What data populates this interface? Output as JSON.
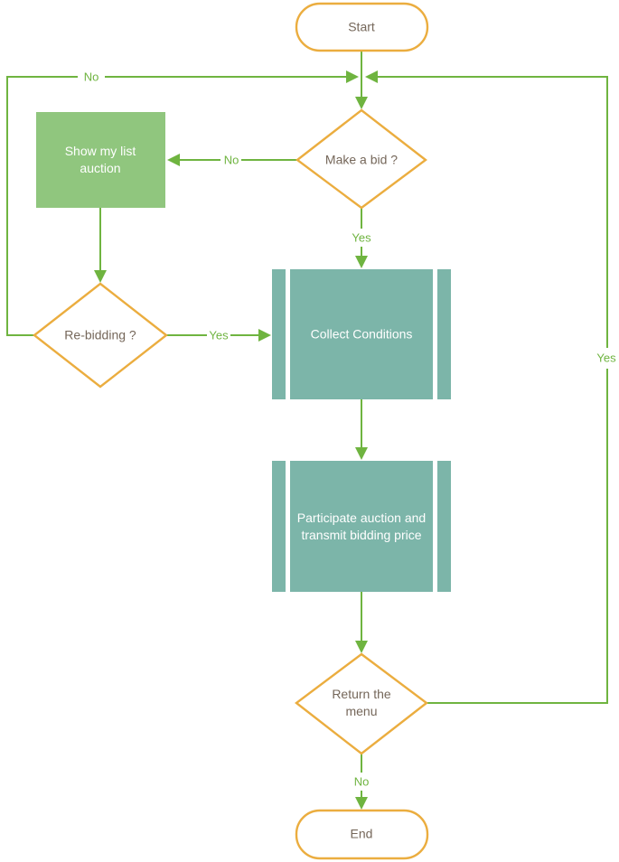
{
  "colors": {
    "accent_orange": "#EBAD3F",
    "line_green": "#6FB440",
    "box_green": "#90C67E",
    "box_teal": "#7CB5A9",
    "text_dark": "#75675A",
    "text_light": "#FFFFFF",
    "canvas_bg": "#FFFFFF"
  },
  "nodes": {
    "start": {
      "label": "Start",
      "type": "terminator"
    },
    "make_a_bid": {
      "label": "Make a bid ?",
      "type": "decision"
    },
    "show_my_list_auction": {
      "label": "Show my list auction",
      "type": "process"
    },
    "re_bidding": {
      "label": "Re-bidding ?",
      "type": "decision"
    },
    "collect_conditions": {
      "label": "Collect Conditions",
      "type": "predefined_process"
    },
    "participate_auction": {
      "label": "Participate auction and transmit bidding price",
      "type": "predefined_process"
    },
    "return_the_menu": {
      "label": "Return the menu",
      "type": "decision"
    },
    "end": {
      "label": "End",
      "type": "terminator"
    }
  },
  "edges": {
    "re_bidding_no": {
      "label": "No"
    },
    "make_a_bid_no": {
      "label": "No"
    },
    "make_a_bid_yes": {
      "label": "Yes"
    },
    "re_bidding_yes": {
      "label": "Yes"
    },
    "return_the_menu_yes": {
      "label": "Yes"
    },
    "return_the_menu_no": {
      "label": "No"
    }
  }
}
